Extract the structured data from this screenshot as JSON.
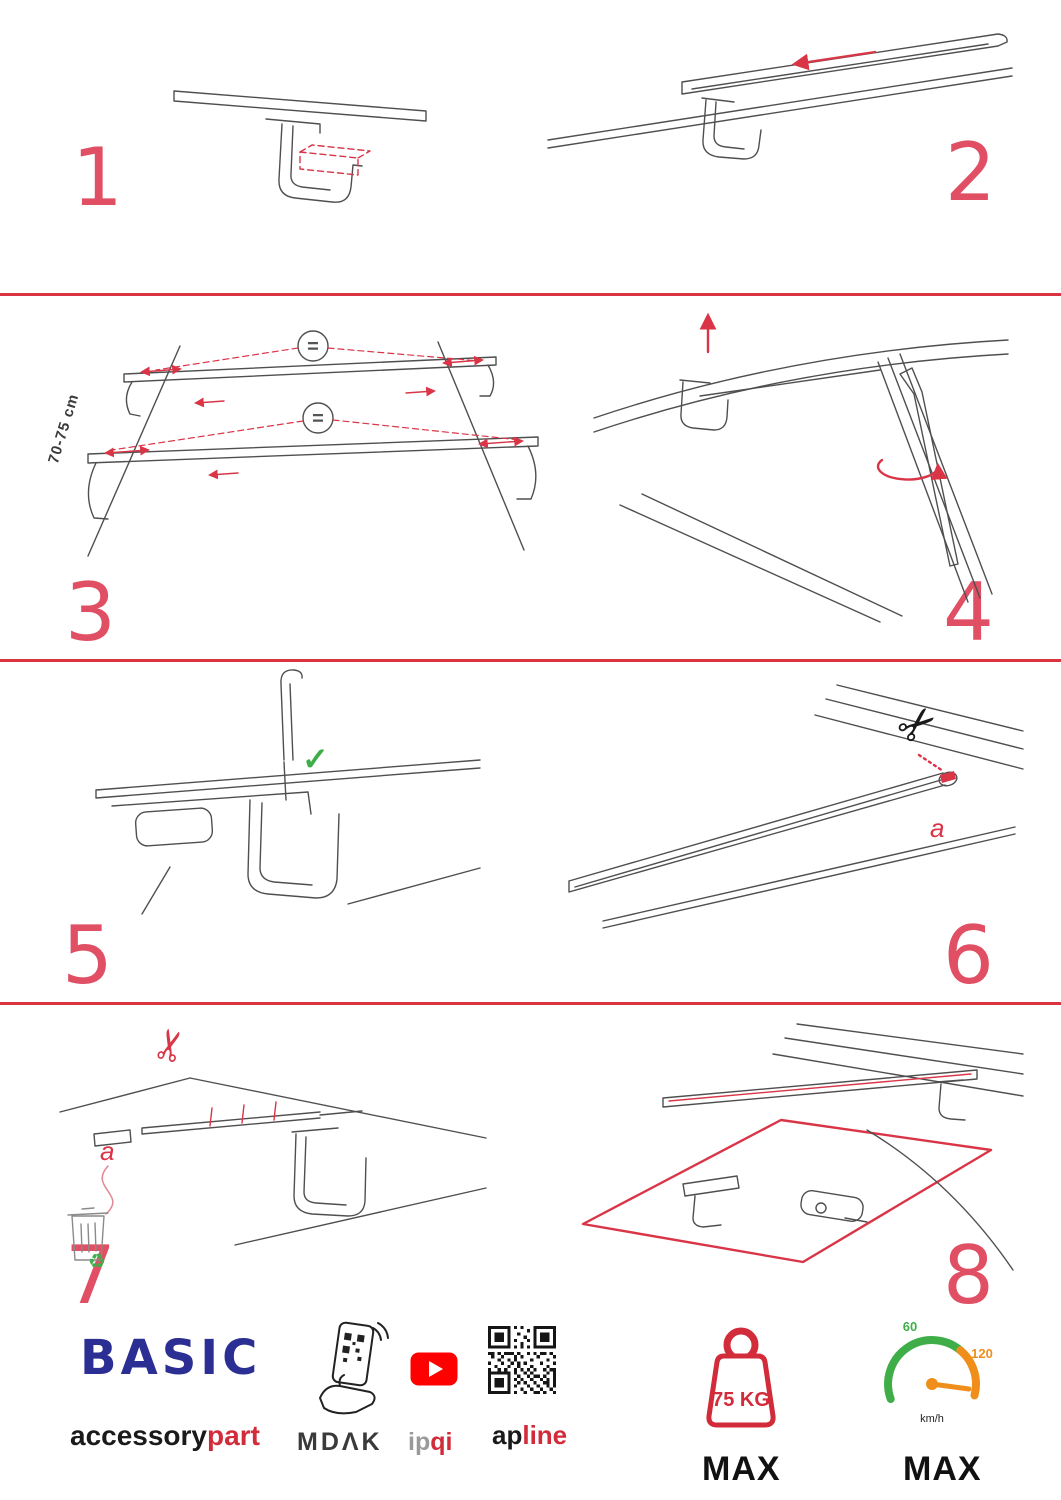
{
  "steps": [
    {
      "number": "1"
    },
    {
      "number": "2"
    },
    {
      "number": "3",
      "measurement": "70-75 cm",
      "equals_symbol": "="
    },
    {
      "number": "4"
    },
    {
      "number": "5"
    },
    {
      "number": "6",
      "label": "a"
    },
    {
      "number": "7",
      "label": "a"
    },
    {
      "number": "8"
    }
  ],
  "icons": {
    "check": "✓",
    "scissors": "✂",
    "recycle": "♻"
  },
  "footer": {
    "brand": "BASIC",
    "wordmark1": {
      "part1": "accessory",
      "part2": "part"
    },
    "mdak": "MDΛK",
    "ipqi": {
      "part1": "ip",
      "part2": "qi"
    },
    "apline": {
      "part1": "ap",
      "part2": "line"
    },
    "weight_limit": {
      "value": "75 KG",
      "max_label": "MAX"
    },
    "speed_limit": {
      "low": "60",
      "high": "120",
      "unit": "km/h",
      "max_label": "MAX"
    }
  },
  "colors": {
    "accent_red": "#d93547",
    "step_number_red": "#e04f63",
    "divider_red": "#d93340",
    "navy": "#2b2e92",
    "green": "#3fae49",
    "orange": "#ef8e1b",
    "youtube_red": "#ff0000",
    "brand_red": "#d22b3a",
    "drawing_gray": "#4f4f4f"
  }
}
